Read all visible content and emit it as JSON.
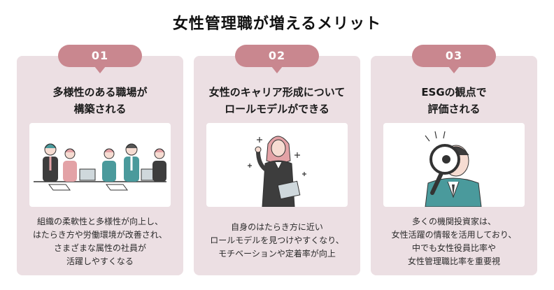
{
  "title": "女性管理職が増えるメリット",
  "cards": [
    {
      "number": "01",
      "title_lines": [
        "多様性のある職場が",
        "構築される"
      ],
      "desc_lines": [
        "組織の柔軟性と多様性が向上し、",
        "はたらき方や労働環境が改善され、",
        "さまざまな属性の社員が",
        "活躍しやすくなる"
      ],
      "illustration": "team-meeting"
    },
    {
      "number": "02",
      "title_lines": [
        "女性のキャリア形成について",
        "ロールモデルができる"
      ],
      "desc_lines": [
        "自身のはたらき方に近い",
        "ロールモデルを見つけやすくなり、",
        "モチベーションや定着率が向上"
      ],
      "illustration": "woman-with-idea"
    },
    {
      "number": "03",
      "title_lines": [
        "ESGの観点で",
        "評価される"
      ],
      "desc_lines": [
        "多くの機関投資家は、",
        "女性活躍の情報を活用しており、",
        "中でも女性役員比率や",
        "女性管理職比率を重要視"
      ],
      "illustration": "man-with-magnifier"
    }
  ],
  "colors": {
    "card_bg": "#ecdfe3",
    "badge": "#c9878f",
    "accent_teal": "#4a9a9c",
    "accent_pink": "#e3a2a6"
  }
}
